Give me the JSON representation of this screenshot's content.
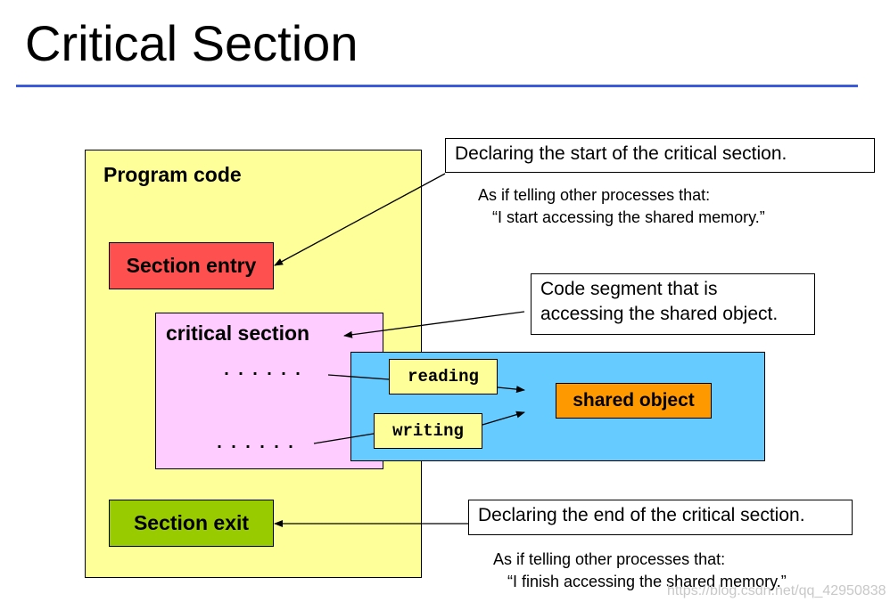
{
  "title": "Critical Section",
  "program": {
    "label": "Program code",
    "entry_label": "Section entry",
    "exit_label": "Section exit",
    "critical_section": {
      "label": "critical section",
      "dots_1": "......",
      "dots_2": "......",
      "reading": "reading",
      "writing": "writing"
    }
  },
  "shared_object_label": "shared object",
  "callouts": {
    "start": {
      "text": "Declaring the start of the critical section.",
      "note_line1": "As if telling other processes that:",
      "note_line2": "“I start accessing the shared memory.”"
    },
    "code": {
      "line1": "Code segment that is",
      "line2": "accessing the shared object."
    },
    "end": {
      "text": "Declaring the end of the critical section.",
      "note_line1": "As if telling other processes that:",
      "note_line2": "“I finish accessing the shared memory.”"
    }
  },
  "watermark": "https://blog.csdn.net/qq_42950838",
  "colors": {
    "title_rule": "#3b5bdb",
    "program_bg": "#ffff99",
    "entry_bg": "#ff5050",
    "exit_bg": "#99cc00",
    "critical_section_bg": "#ffccff",
    "shared_area_bg": "#66ccff",
    "shared_object_bg": "#ff9900"
  }
}
